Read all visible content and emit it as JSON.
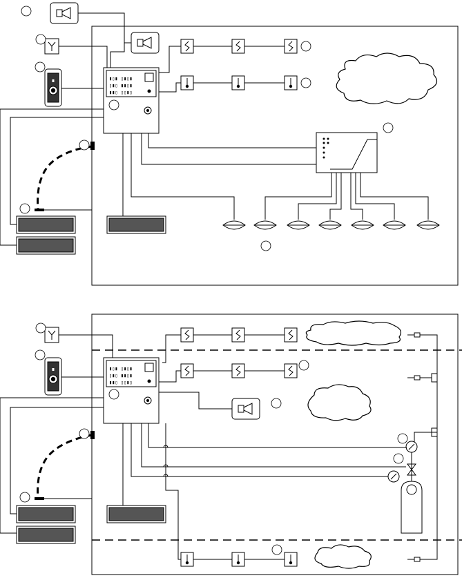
{
  "title": "",
  "diagrams": [
    {
      "id": "top",
      "device_count": {
        "sirens": 2,
        "smoke_detectors": 3,
        "heat_detectors": 3,
        "nozzles": 7
      }
    },
    {
      "id": "bottom",
      "device_count": {
        "smoke_detectors_row1": 3,
        "smoke_detectors_row2": 3,
        "heat_detectors": 3,
        "nozzles": 4
      }
    }
  ],
  "colors": {
    "line": "#000000",
    "bar_fill": "#555555",
    "background": "#ffffff"
  },
  "icons": [
    "siren-icon",
    "antenna-icon",
    "manual-call-point-icon",
    "smoke-detector-icon",
    "heat-detector-icon",
    "cloud-icon",
    "nozzle-icon",
    "gas-cylinder-icon",
    "valve-icon",
    "pressure-gauge-icon"
  ]
}
